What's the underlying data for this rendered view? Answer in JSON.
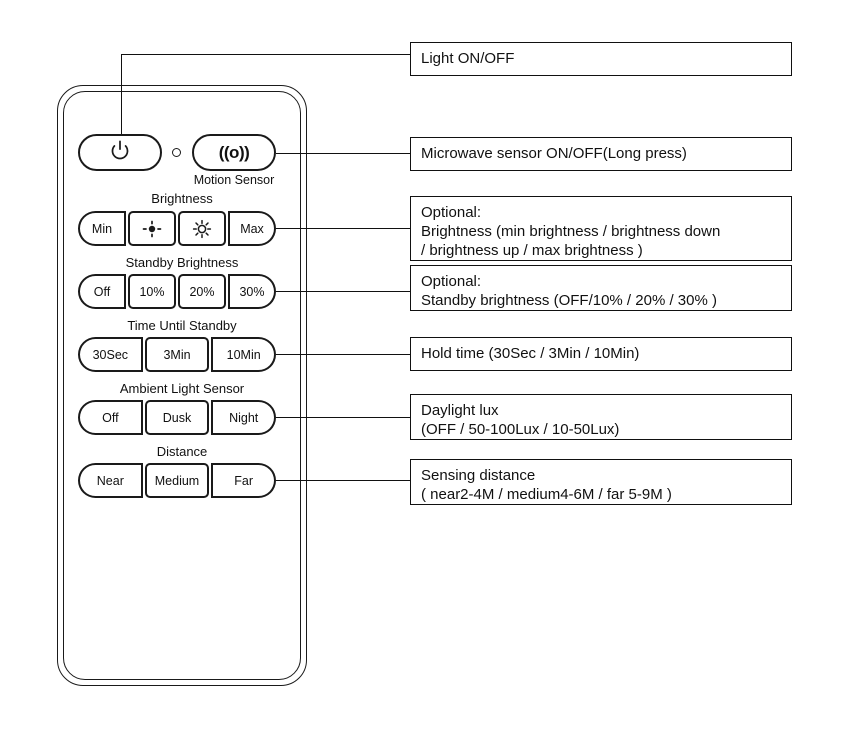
{
  "remote": {
    "top_row": {
      "power_button": {
        "icon": "power-icon"
      },
      "led_indicator": {
        "icon": "led-dot-icon"
      },
      "motion_button": {
        "icon": "((o))",
        "sublabel": "Motion Sensor"
      }
    },
    "groups": [
      {
        "key": "brightness",
        "label": "Brightness",
        "buttons": [
          {
            "label": "Min",
            "icon": null
          },
          {
            "label": "",
            "icon": "brightness-down-icon"
          },
          {
            "label": "",
            "icon": "brightness-up-icon"
          },
          {
            "label": "Max",
            "icon": null
          }
        ]
      },
      {
        "key": "standby",
        "label": "Standby Brightness",
        "buttons": [
          {
            "label": "Off",
            "icon": null
          },
          {
            "label": "10%",
            "icon": null
          },
          {
            "label": "20%",
            "icon": null
          },
          {
            "label": "30%",
            "icon": null
          }
        ]
      },
      {
        "key": "time",
        "label": "Time Until Standby",
        "buttons": [
          {
            "label": "30Sec",
            "icon": null
          },
          {
            "label": "3Min",
            "icon": null
          },
          {
            "label": "10Min",
            "icon": null
          }
        ]
      },
      {
        "key": "ambient",
        "label": "Ambient Light Sensor",
        "buttons": [
          {
            "label": "Off",
            "icon": null
          },
          {
            "label": "Dusk",
            "icon": null
          },
          {
            "label": "Night",
            "icon": null
          }
        ]
      },
      {
        "key": "distance",
        "label": "Distance",
        "buttons": [
          {
            "label": "Near",
            "icon": null
          },
          {
            "label": "Medium",
            "icon": null
          },
          {
            "label": "Far",
            "icon": null
          }
        ]
      }
    ]
  },
  "callouts": {
    "light": "Light ON/OFF",
    "microwave": "Microwave sensor ON/OFF(Long press)",
    "brightness": "Optional:\nBrightness (min brightness / brightness down\n/ brightness up / max brightness )",
    "standby_brightness": "Optional:\nStandby brightness (OFF/10% / 20% / 30% )",
    "hold_time": "Hold time (30Sec / 3Min / 10Min)",
    "daylight": "Daylight lux\n(OFF / 50-100Lux / 10-50Lux)",
    "sensing_distance": "Sensing distance\n( near2-4M / medium4-6M / far 5-9M )"
  },
  "colors": {
    "stroke": "#1a1a1a",
    "background": "#ffffff",
    "text": "#111111"
  }
}
